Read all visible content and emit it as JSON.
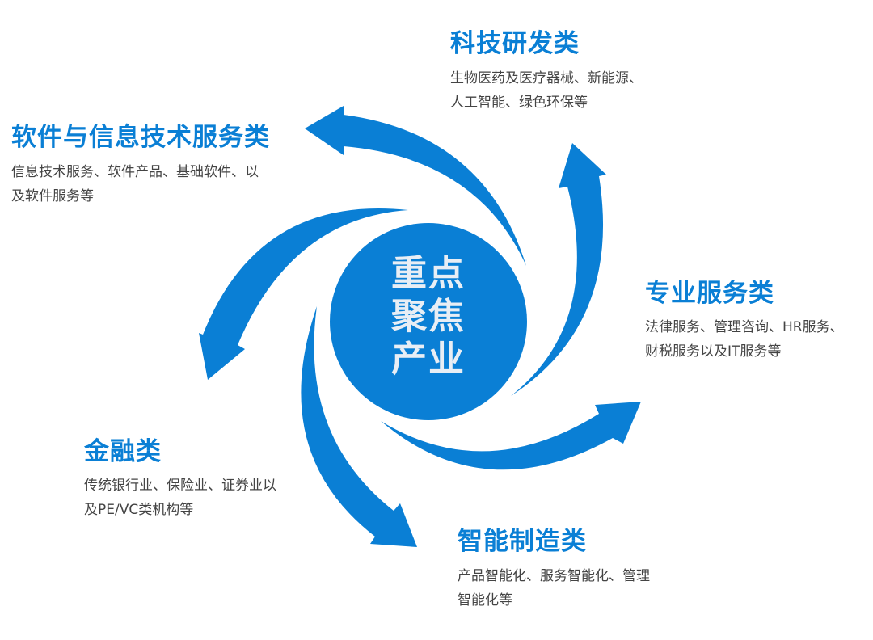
{
  "center": {
    "lines": [
      "重点",
      "聚焦",
      "产业"
    ]
  },
  "colors": {
    "accent": "#0A7FD5",
    "text": "#444444"
  },
  "categories": [
    {
      "title": "科技研发类",
      "desc_lines": [
        "生物医药及医疗器械、新能源、",
        "人工智能、绿色环保等"
      ]
    },
    {
      "title": "软件与信息技术服务类",
      "desc_lines": [
        "信息技术服务、软件产品、基础软件、以",
        "及软件服务等"
      ]
    },
    {
      "title": "专业服务类",
      "desc_lines": [
        "法律服务、管理咨询、HR服务、",
        "财税服务以及IT服务等"
      ]
    },
    {
      "title": "金融类",
      "desc_lines": [
        "传统银行业、保险业、证券业以",
        "及PE/VC类机构等"
      ]
    },
    {
      "title": "智能制造类",
      "desc_lines": [
        "产品智能化、服务智能化、管理",
        "智能化等"
      ]
    }
  ]
}
